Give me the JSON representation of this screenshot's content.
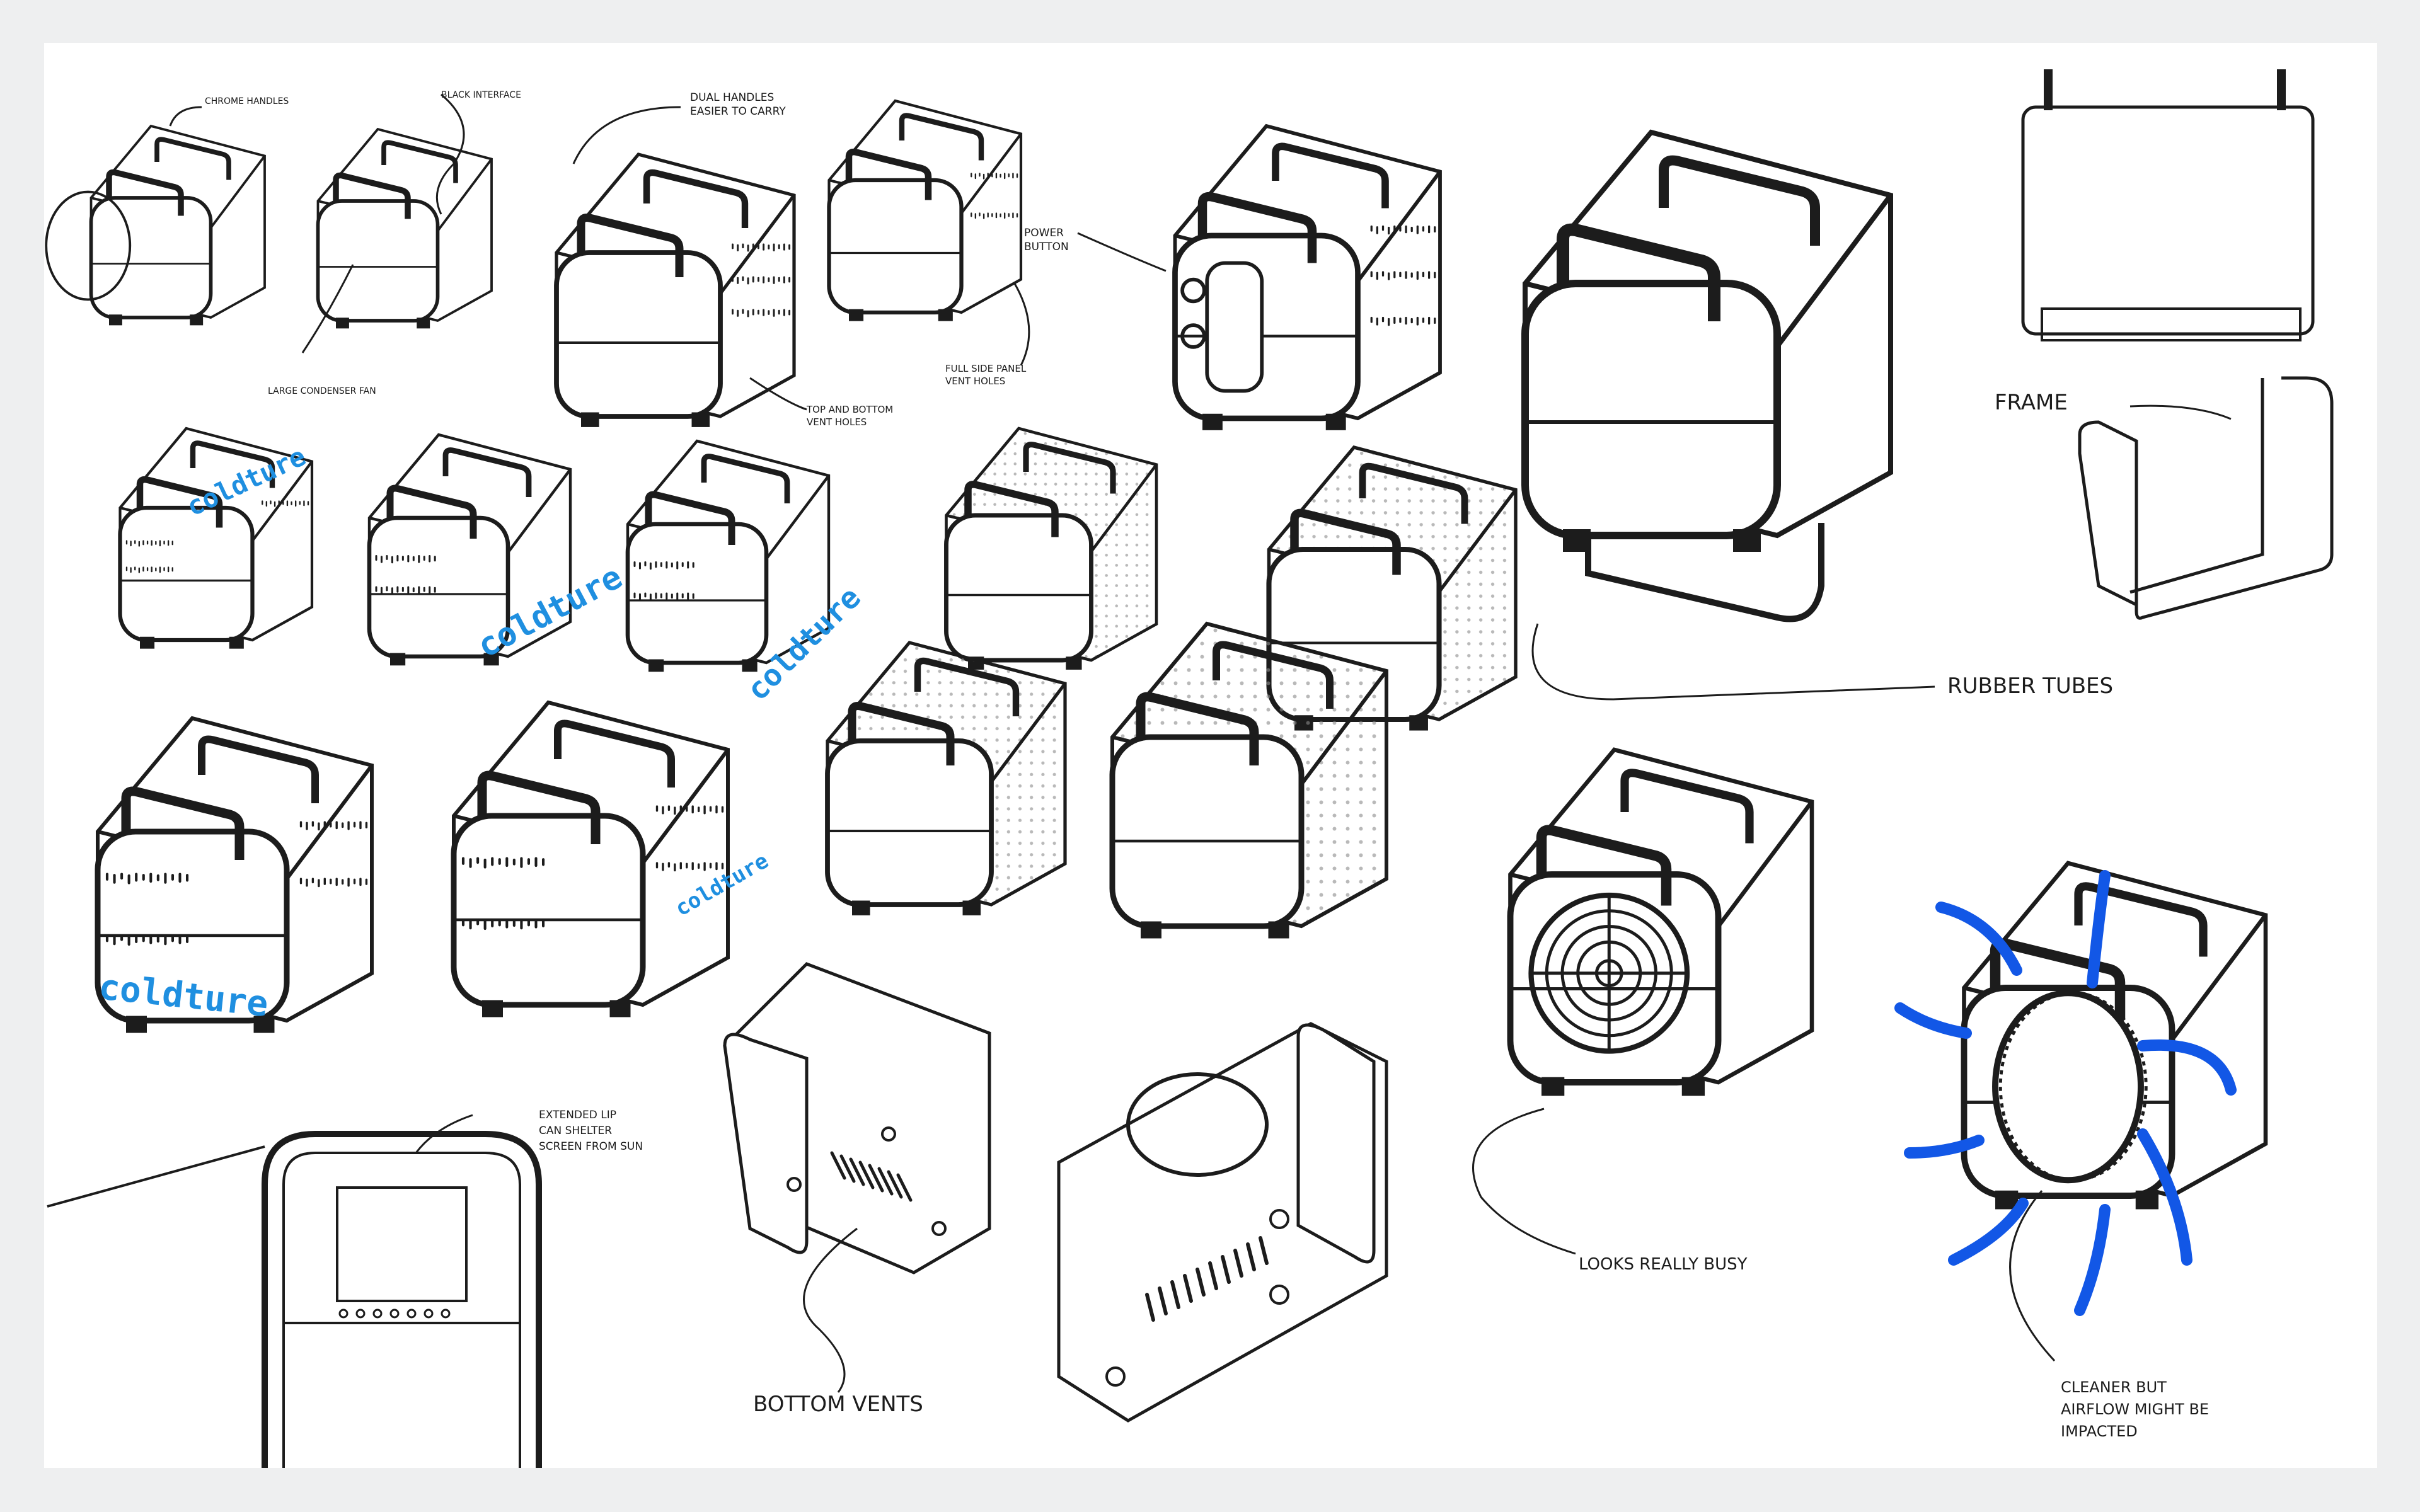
{
  "sheet": {
    "background": "#eeeff0",
    "paper": "#ffffff",
    "ink": "#1c1c1c",
    "accent": "#1f8fe0",
    "arrow": "#1257e6"
  },
  "annotations": {
    "chrome_handles": "CHROME HANDLES",
    "black_interface": "BLACK INTERFACE",
    "large_fan": "LARGE CONDENSER FAN",
    "dual_handles_1": "DUAL HANDLES",
    "dual_handles_2": "EASIER TO CARRY",
    "power_1": "POWER",
    "power_2": "BUTTON",
    "vents_1": "TOP AND BOTTOM",
    "vents_2": "VENT HOLES",
    "side_1": "FULL SIDE PANEL",
    "side_2": "VENT HOLES",
    "frame": "FRAME",
    "rubber_tubes": "RUBBER TUBES",
    "lip_1": "EXTENDED LIP",
    "lip_2": "CAN SHELTER",
    "lip_3": "SCREEN FROM SUN",
    "bottom_vents": "BOTTOM VENTS",
    "looks_busy": "LOOKS REALLY BUSY",
    "cleaner_1": "CLEANER BUT",
    "cleaner_2": "AIRFLOW MIGHT BE",
    "cleaner_3": "IMPACTED"
  },
  "brand": {
    "wordmark": "coldture"
  }
}
